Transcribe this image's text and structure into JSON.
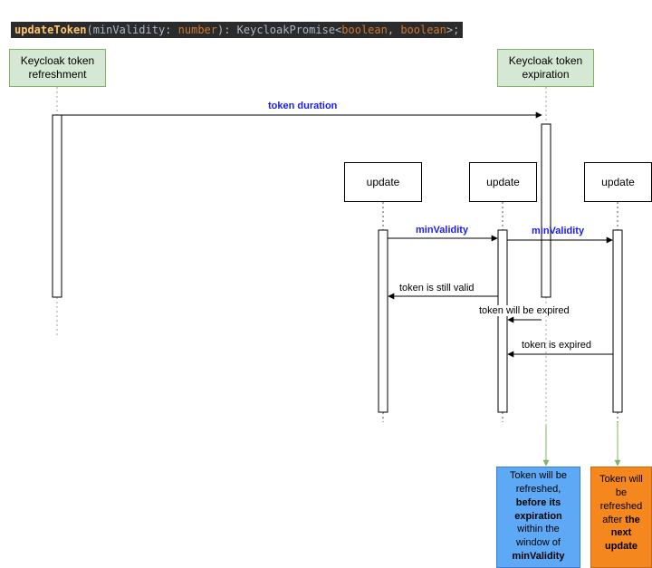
{
  "code_banner": {
    "method": "updateToken",
    "open": "(minValidity: ",
    "param_type": "number",
    "close": "): KeycloakPromise<",
    "generic1": "boolean",
    "comma": ", ",
    "generic2": "boolean",
    "end": ">;"
  },
  "participants": {
    "refresh": "Keycloak token refreshment",
    "expiration": "Keycloak token expiration",
    "update1": "update",
    "update2": "update",
    "update3": "update"
  },
  "messages": {
    "token_duration": "token duration",
    "min_validity_1": "minValidity",
    "min_validity_2": "minValidity",
    "still_valid": "token is still valid",
    "will_be_expired": "token will be expired",
    "is_expired": "token is expired"
  },
  "notes": {
    "blue": {
      "line1": "Token will be",
      "line2": "refreshed,",
      "line3": "before its",
      "line4": "expiration",
      "line5": "within the",
      "line6": "window of",
      "line7": "minValidity"
    },
    "orange": {
      "line1": "Token will",
      "line2": "be",
      "line3": "refreshed",
      "line4a": "after ",
      "line4b": "the",
      "line5": "next",
      "line6": "update"
    }
  },
  "colors": {
    "green_fill": "#d5e8d4",
    "green_border": "#82b366",
    "blue_note": "#5da9f6",
    "orange_note": "#f5871f",
    "label_blue": "#1a1aff"
  }
}
